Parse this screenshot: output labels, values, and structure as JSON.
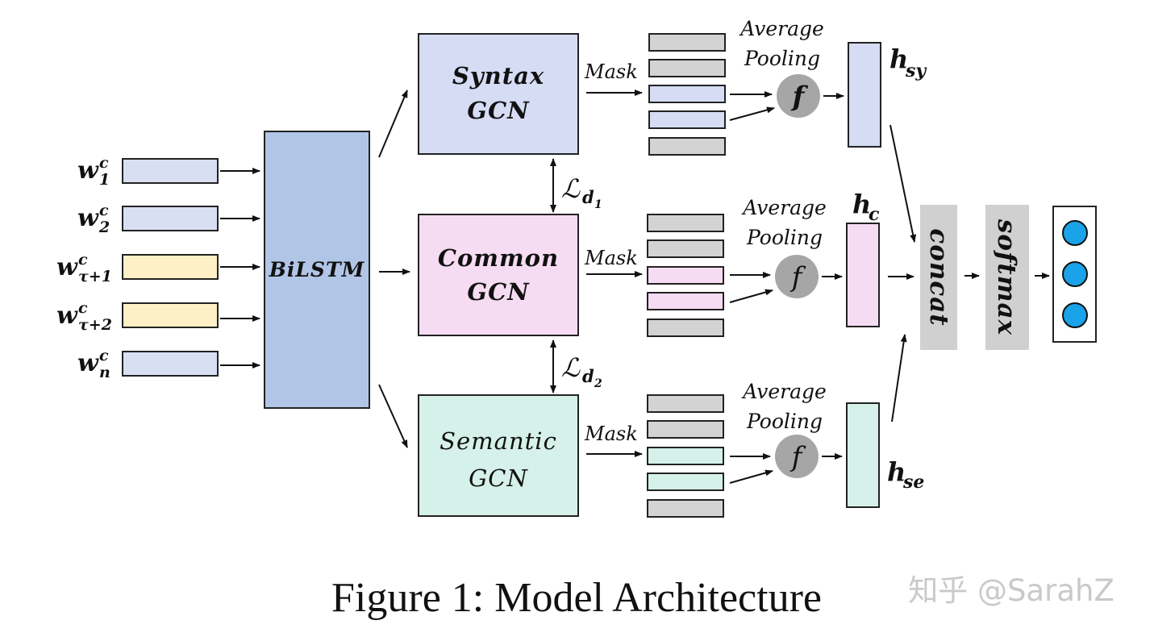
{
  "inputs": [
    {
      "word": "w",
      "sup": "c",
      "sub": "1",
      "color": "#d9dff3"
    },
    {
      "word": "w",
      "sup": "c",
      "sub": "2",
      "color": "#d9dff3"
    },
    {
      "word": "w",
      "sup": "c",
      "sub": "τ+1",
      "color": "#fdf0c6"
    },
    {
      "word": "w",
      "sup": "c",
      "sub": "τ+2",
      "color": "#fdf0c6"
    },
    {
      "word": "w",
      "sup": "c",
      "sub": "n",
      "color": "#d9dff3"
    }
  ],
  "bilstm": {
    "label": "BiLSTM",
    "color": "#b1c5e6"
  },
  "gcns": [
    {
      "line1": "Syntax",
      "line2": "GCN",
      "color": "#d5dcf4",
      "bold": true
    },
    {
      "line1": "Common",
      "line2": "GCN",
      "color": "#f6dcf2",
      "bold": true
    },
    {
      "line1": "Semantic",
      "line2": "GCN",
      "color": "#d5f1e9",
      "bold": false
    }
  ],
  "losses": [
    {
      "symbol": "ℒ",
      "sub": "d",
      "subsub": "1"
    },
    {
      "symbol": "ℒ",
      "sub": "d",
      "subsub": "2"
    }
  ],
  "mask_label": "Mask",
  "pooling": {
    "line1": "Average",
    "line2": "Pooling",
    "f": "f"
  },
  "outputs": [
    {
      "h": "h",
      "sub": "sy"
    },
    {
      "h": "h",
      "sub": "c"
    },
    {
      "h": "h",
      "sub": "se"
    }
  ],
  "concat": {
    "label": "concat",
    "color": "#d0d0d0"
  },
  "softmax": {
    "label": "softmax",
    "color": "#d0d0d0"
  },
  "classes": 3,
  "colors": {
    "mask_gray": "#d3d3d3",
    "circle_blue": "#1aa3e8",
    "pool_circle": "#a6a6a6"
  },
  "caption": "Figure 1: Model Architecture",
  "watermark": "知乎 @SarahZ"
}
